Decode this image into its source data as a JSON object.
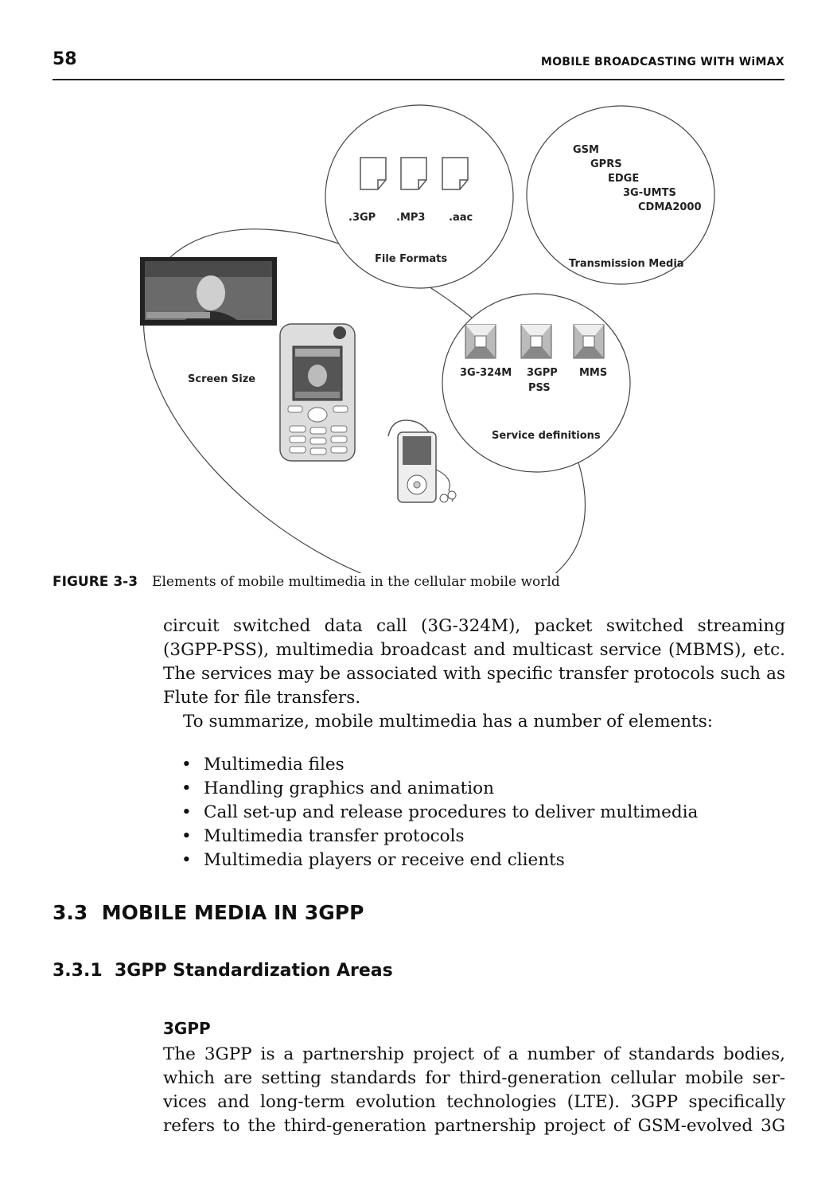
{
  "header": {
    "page_number": "58",
    "running_title": "MOBILE BROADCASTING WITH WiMAX"
  },
  "figure": {
    "file_formats": {
      "items": [
        ".3GP",
        ".MP3",
        ".aac"
      ],
      "title": "File Formats"
    },
    "transmission_media": {
      "items": [
        "GSM",
        "GPRS",
        "EDGE",
        "3G-UMTS",
        "CDMA2000"
      ],
      "title": "Transmission Media"
    },
    "service_definitions": {
      "items": [
        "3G-324M",
        "3GPP",
        "PSS",
        "MMS"
      ],
      "title": "Service definitions"
    },
    "screen_size": {
      "title": "Screen Size"
    },
    "caption_label": "FIGURE 3-3",
    "caption_text": "Elements of mobile multimedia in the cellular mobile world"
  },
  "body": {
    "paragraph1_lines": [
      "circuit switched data call (3G-324M), packet switched streaming",
      "(3GPP-PSS), multimedia broadcast and multicast service (MBMS), etc.",
      "The services may be associated with specific transfer protocols such as"
    ],
    "paragraph1_last": "Flute for file transfers.",
    "paragraph2": "To summarize, mobile multimedia has a number of elements:",
    "bullets": [
      "Multimedia files",
      "Handling graphics and animation",
      "Call set-up and release procedures to deliver multimedia",
      "Multimedia transfer protocols",
      "Multimedia players or receive end clients"
    ],
    "section_heading": "3.3  MOBILE MEDIA IN 3GPP",
    "subsection_heading": "3.3.1  3GPP Standardization Areas",
    "sub_sub_heading": "3GPP",
    "paragraph3_lines": [
      "The 3GPP is a partnership project of a number of standards bodies,",
      "which are setting standards for third-generation cellular mobile ser-",
      "vices and long-term evolution technologies (LTE). 3GPP specifically",
      "refers to the third-generation partnership project of GSM-evolved 3G"
    ]
  }
}
